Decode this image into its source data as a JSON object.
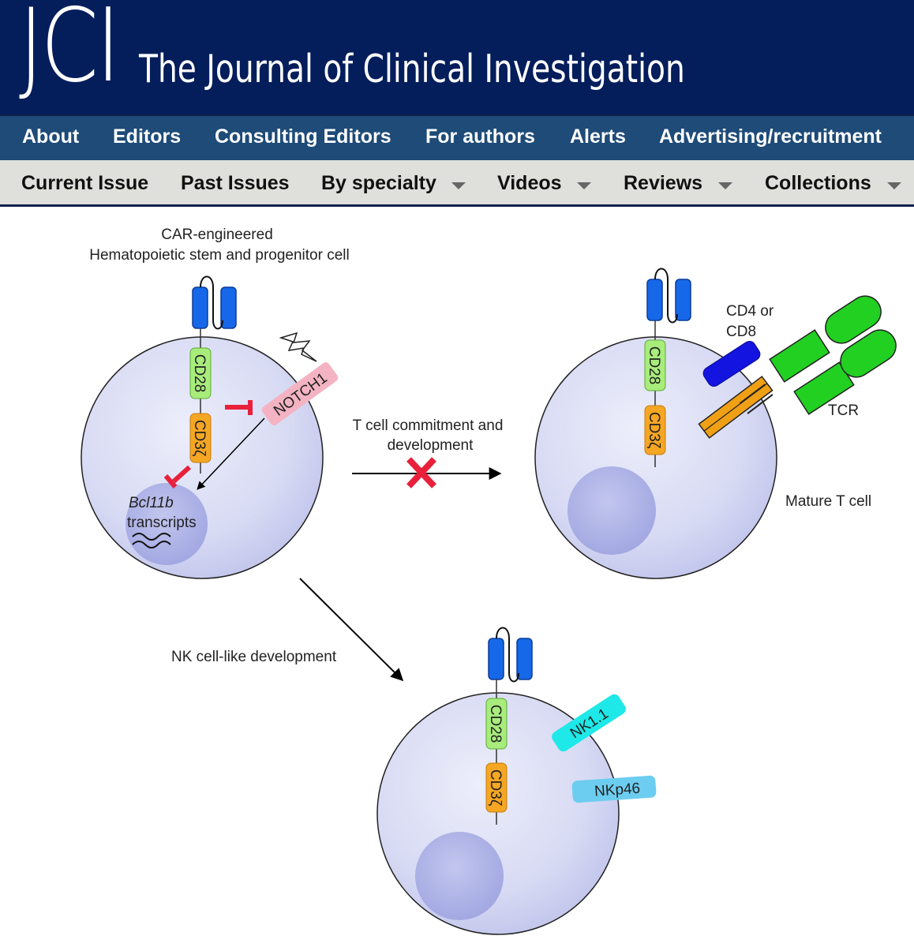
{
  "header": {
    "logo_text": "JCI",
    "site_title": "The Journal of Clinical Investigation"
  },
  "nav_primary": [
    "About",
    "Editors",
    "Consulting Editors",
    "For authors",
    "Alerts",
    "Advertising/recruitment"
  ],
  "nav_secondary": [
    {
      "label": "Current Issue",
      "dropdown": false
    },
    {
      "label": "Past Issues",
      "dropdown": false
    },
    {
      "label": "By specialty",
      "dropdown": true
    },
    {
      "label": "Videos",
      "dropdown": true
    },
    {
      "label": "Reviews",
      "dropdown": true
    },
    {
      "label": "Collections",
      "dropdown": true
    }
  ],
  "colors": {
    "header_bg": "#041d5b",
    "nav_bg": "#1e4b78",
    "subnav_bg": "#dfe0dc",
    "car_blue": "#1668e8",
    "cd28_green": "#a8ec7c",
    "cd3z_orange": "#f5a623",
    "notch_pink": "#f4b3c2",
    "inhibit_red": "#e8203a",
    "tcr_green": "#22d022",
    "tcr_orange": "#f0a015",
    "cd4_blue": "#1414e0",
    "nk_cyan": "#1ee8e8",
    "nkp46_blue": "#6ccdf0"
  },
  "diagram": {
    "hspc_title_line1": "CAR-engineered",
    "hspc_title_line2": "Hematopoietic stem and progenitor cell",
    "cd28": "CD28",
    "cd3z": "CD3ζ",
    "notch1": "NOTCH1",
    "bcl11b": "Bcl11b",
    "transcripts": "transcripts",
    "arrow_label_line1": "T cell commitment and",
    "arrow_label_line2": "development",
    "cd4_line1": "CD4 or",
    "cd4_line2": "CD8",
    "tcr": "TCR",
    "mature_t_cell": "Mature T cell",
    "nk_dev_label": "NK cell-like development",
    "nk11": "NK1.1",
    "nkp46": "NKp46"
  }
}
